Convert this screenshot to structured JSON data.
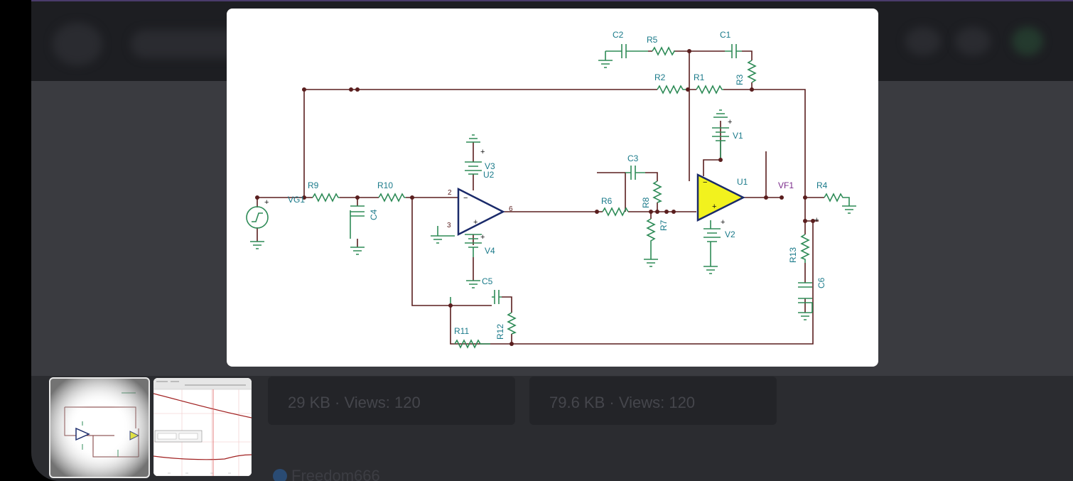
{
  "gallery": {
    "cards": [
      {
        "meta": "29 KB · Views: 120"
      },
      {
        "meta": "79.6 KB · Views: 120"
      }
    ],
    "author": "Freedom666"
  },
  "schematic": {
    "labels": {
      "C2": "C2",
      "R5": "R5",
      "C1": "C1",
      "R2": "R2",
      "R1": "R1",
      "R3": "R3",
      "V1": "V1",
      "C3": "C3",
      "U1": "U1",
      "VF1": "VF1",
      "R4": "R4",
      "R9": "R9",
      "VG1": "VG1",
      "R10": "R10",
      "V3": "V3",
      "U2": "U2",
      "C4": "C4",
      "R6": "R6",
      "R8": "R8",
      "R7": "R7",
      "V2": "V2",
      "V4": "V4",
      "C5": "C5",
      "R13": "R13",
      "C6": "C6",
      "R11": "R11",
      "R12": "R12",
      "pin2": "2",
      "pin3": "3",
      "pin6": "6"
    },
    "colors": {
      "wire": "#5a1e1e",
      "component": "#2e8b57",
      "label": "#1a7a8a",
      "opamp_outline": "#1a2a6a",
      "u1_fill": "#f2f21e",
      "vf1": "#7a2a8a"
    }
  }
}
